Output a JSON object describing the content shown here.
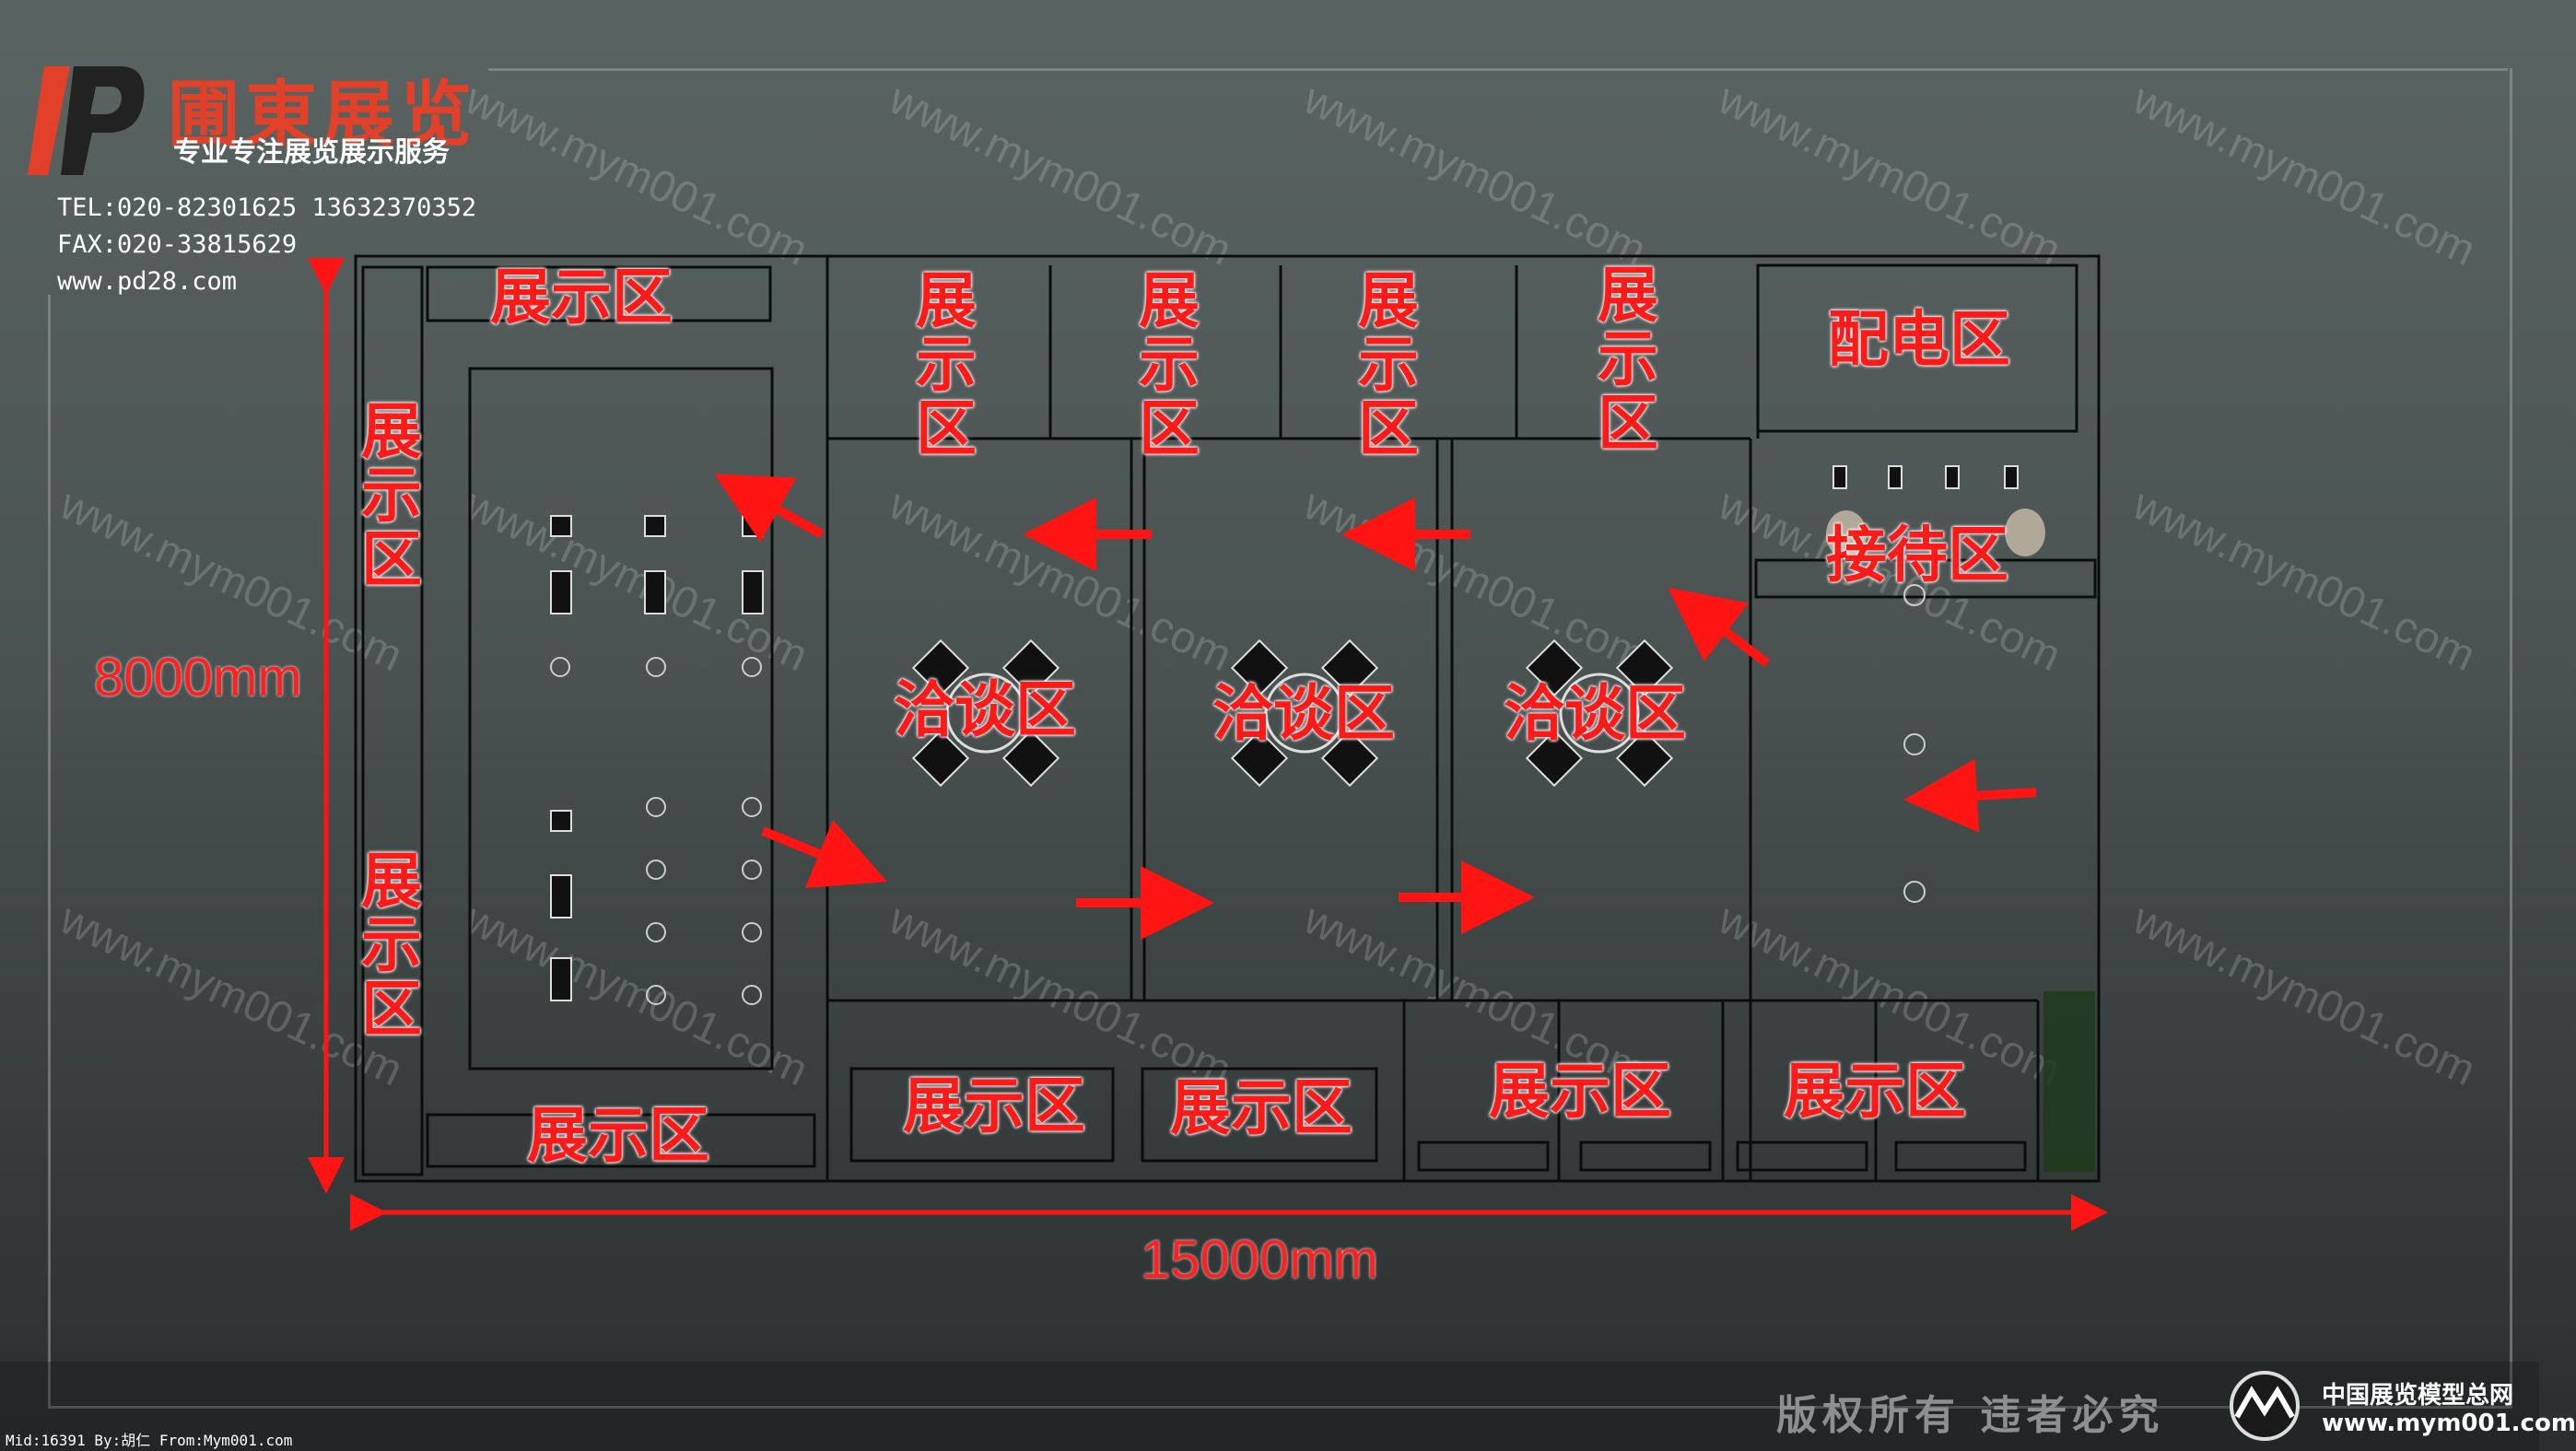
{
  "company": {
    "brand": "圃東展览",
    "slogan": "专业专注展览展示服务",
    "tel": "TEL:020-82301625 13632370352",
    "fax": "FAX:020-33815629",
    "web": "www.pd28.com"
  },
  "dimensions": {
    "depth": "8000mm",
    "width": "15000mm"
  },
  "zones": {
    "display_top_left": "展示区",
    "display_left_upper": "展示区",
    "display_left_lower": "展示区",
    "display_bottom_left": "展示区",
    "display_top_1": "展示区",
    "display_top_2": "展示区",
    "display_top_3": "展示区",
    "display_top_4": "展示区",
    "power": "配电区",
    "reception": "接待区",
    "negotiation_1": "洽谈区",
    "negotiation_2": "洽谈区",
    "negotiation_3": "洽谈区",
    "display_bottom_1": "展示区",
    "display_bottom_2": "展示区",
    "display_bottom_3": "展示区",
    "display_bottom_4": "展示区"
  },
  "watermark": "www.mym001.com",
  "footer": {
    "copyright": "版权所有 违者必究",
    "meta": "Mid:16391 By:胡仁 From:Mym001.com",
    "site_name": "中国展览模型总网",
    "site_url": "www.mym001.com"
  },
  "colors": {
    "accent": "#ff1a1a",
    "brand": "#e3402a",
    "line": "#0b0d0d"
  }
}
